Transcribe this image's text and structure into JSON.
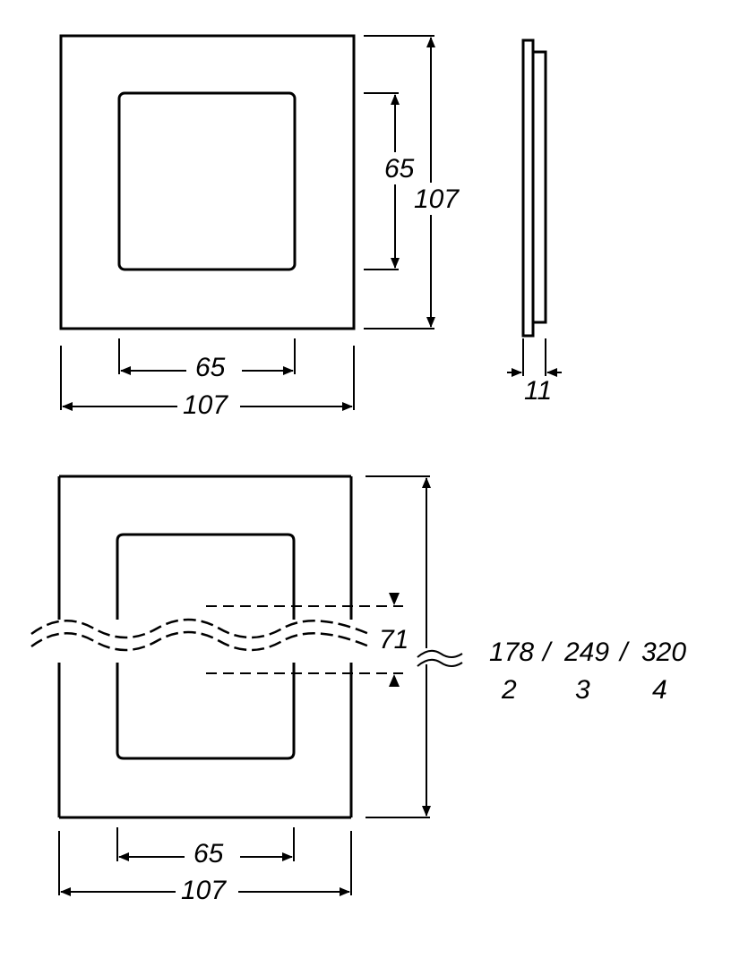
{
  "top_view": {
    "inner_height": "65",
    "outer_height": "107",
    "inner_width": "65",
    "outer_width": "107"
  },
  "side_view": {
    "depth": "11"
  },
  "bottom_view": {
    "gap": "71",
    "inner_width": "65",
    "outer_width": "107",
    "length_options": [
      {
        "length": "178",
        "gangs": "2"
      },
      {
        "length": "249",
        "gangs": "3"
      },
      {
        "length": "320",
        "gangs": "4"
      }
    ],
    "separator": "/"
  }
}
